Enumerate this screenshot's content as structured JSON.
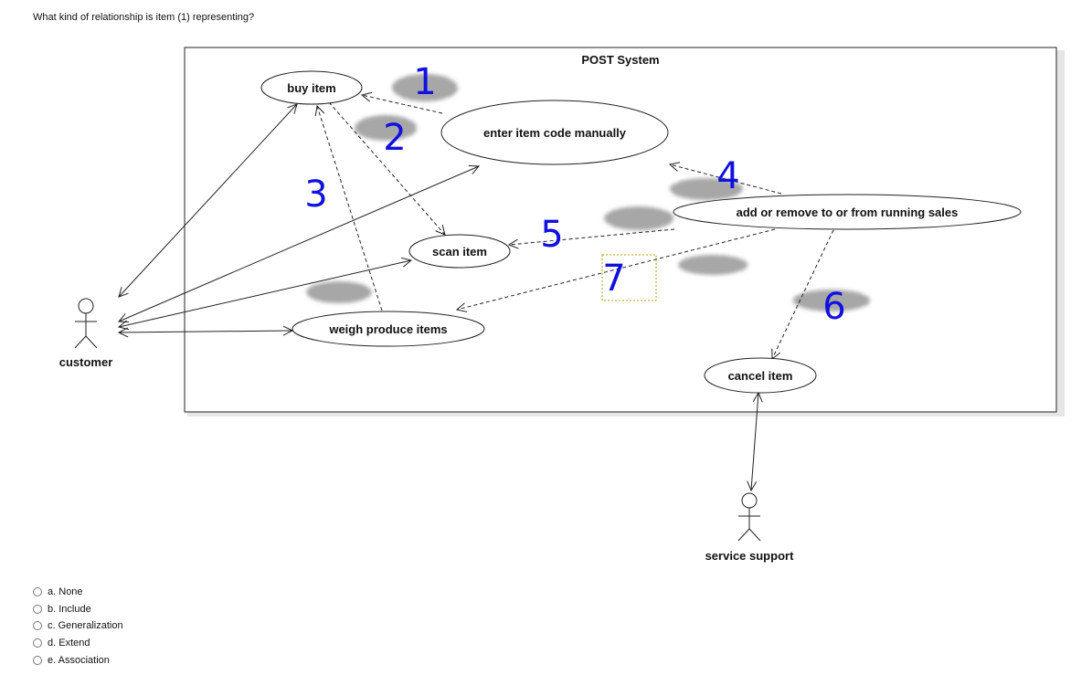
{
  "question": "What kind of relationship is item (1) representing?",
  "diagram": {
    "system_title": "POST System",
    "use_cases": {
      "buy_item": "buy item",
      "enter_code": "enter item code manually",
      "scan_item": "scan item",
      "weigh": "weigh produce items",
      "add_remove": "add or remove to or from running sales",
      "cancel": "cancel item"
    },
    "actors": {
      "customer": "customer",
      "service": "service support"
    },
    "numbers": {
      "n1": "1",
      "n2": "2",
      "n3": "3",
      "n4": "4",
      "n5": "5",
      "n6": "6",
      "n7": "7"
    }
  },
  "options": [
    {
      "letter": "a.",
      "text": "None"
    },
    {
      "letter": "b.",
      "text": "Include"
    },
    {
      "letter": "c.",
      "text": "Generalization"
    },
    {
      "letter": "d.",
      "text": "Extend"
    },
    {
      "letter": "e.",
      "text": "Association"
    }
  ]
}
